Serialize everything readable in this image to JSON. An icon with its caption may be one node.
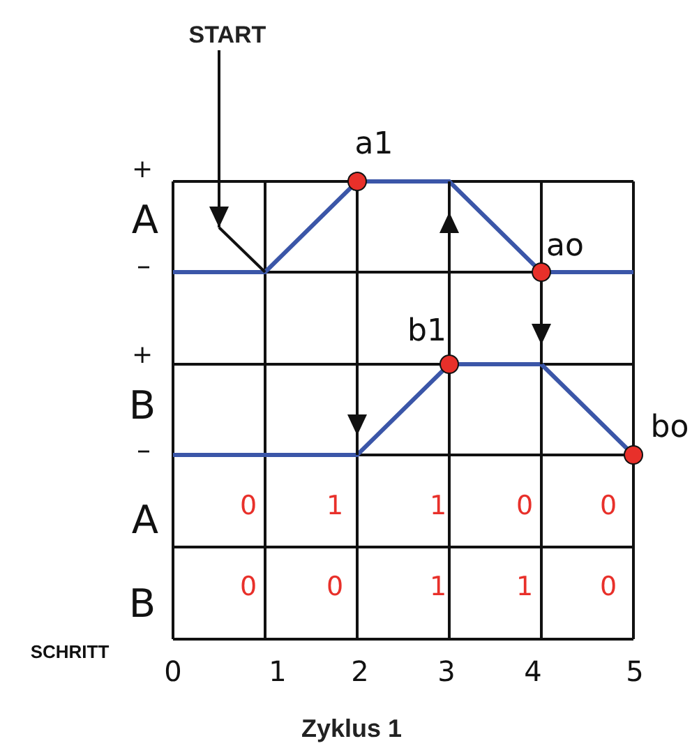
{
  "diagram": {
    "caption": "Zyklus 1",
    "nodes": [
      {
        "text": [
          "START"
        ]
      },
      {
        "text": [],
        "shape": "circle",
        "beside": [
          "a1"
        ]
      },
      {
        "text": [],
        "shape": "circle",
        "beside": [
          "ao"
        ]
      },
      {
        "text": [],
        "shape": "circle",
        "beside": [
          "b1"
        ]
      },
      {
        "text": [],
        "shape": "circle",
        "beside": [
          "bo"
        ]
      }
    ],
    "edges": [
      {
        "from": 0,
        "to": null,
        "arrow": "to"
      },
      {
        "from": 1,
        "to": null,
        "arrow": "to"
      },
      {
        "from": 3,
        "to": null,
        "arrow": "to"
      },
      {
        "from": 2,
        "to": null,
        "arrow": "to"
      }
    ],
    "labels": [
      "+",
      "A",
      "–",
      "+",
      "B",
      "–",
      "A",
      "0",
      "1",
      "1",
      "0",
      "0",
      "B",
      "0",
      "0",
      "1",
      "1",
      "0",
      "SCHRITT",
      "0",
      "1",
      "2",
      "3",
      "4",
      "5"
    ]
  }
}
